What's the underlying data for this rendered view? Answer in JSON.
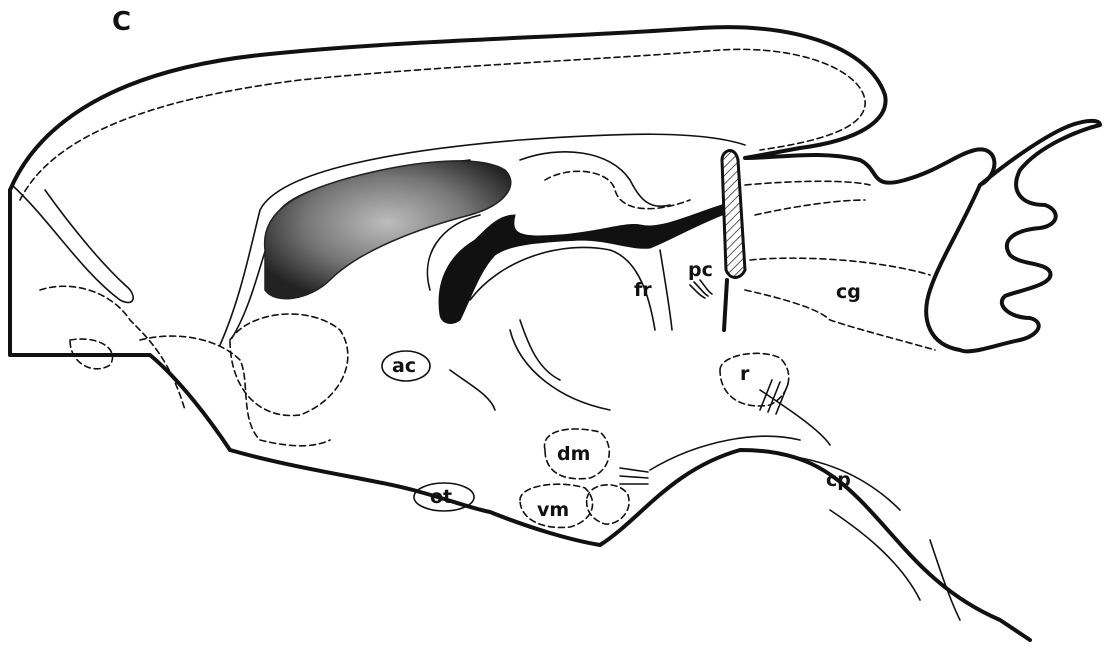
{
  "figure": {
    "panel_letter": "C",
    "labels": {
      "ac": "ac",
      "fr": "fr",
      "pc": "pc",
      "cg": "cg",
      "r": "r",
      "dm": "dm",
      "vm": "vm",
      "ot": "ot",
      "cp": "cp"
    }
  }
}
